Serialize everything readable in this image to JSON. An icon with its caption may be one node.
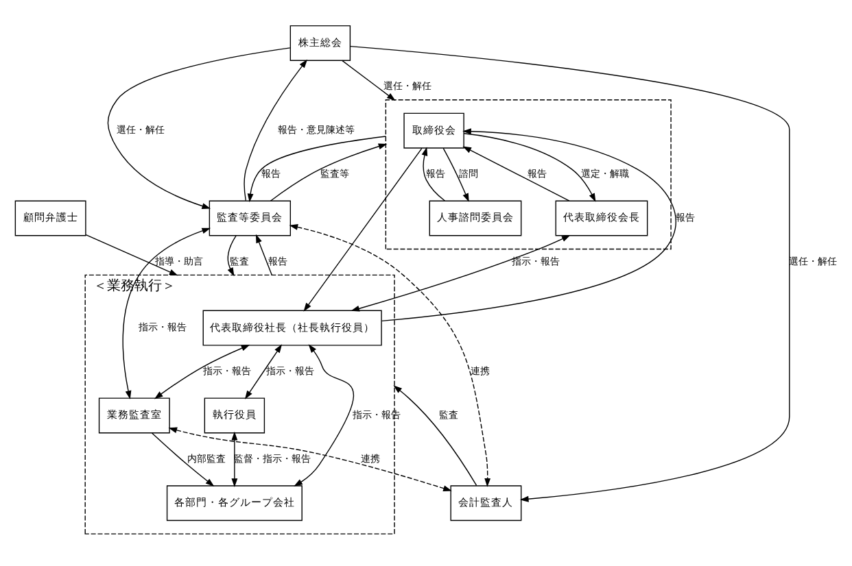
{
  "diagram": {
    "nodes": [
      {
        "text": [
          "株主総会"
        ]
      },
      {
        "text": [],
        "shape": "box"
      },
      {
        "text": [
          "取締役会"
        ],
        "in": 1
      },
      {
        "text": [
          "代表取締役会長"
        ],
        "in": 1
      },
      {
        "text": [
          "人事諮問委員会"
        ],
        "in": 1
      },
      {
        "text": [
          "監査等委員会"
        ]
      },
      {
        "text": [
          "会計監査人"
        ]
      },
      {
        "text": [
          "＜業務執行＞"
        ]
      },
      {
        "text": [
          "代表取締役社長（社長執行役員）"
        ],
        "in": 7
      },
      {
        "text": [
          "業務監査室"
        ],
        "in": 7
      },
      {
        "text": [
          "執行役員"
        ],
        "in": 7
      },
      {
        "text": [
          "各部門・各グループ会社"
        ],
        "in": 7
      },
      {
        "text": [
          "顧問弁護士"
        ]
      }
    ],
    "edges": [
      {
        "from": 0,
        "to": 1,
        "arrow": "to",
        "label": "選任・解任"
      },
      {
        "from": 1,
        "to": 5,
        "arrow": "to",
        "label": "報告"
      },
      {
        "from": 5,
        "to": 1,
        "arrow": "to",
        "label": "監査等"
      },
      {
        "from": 0,
        "to": 5,
        "arrow": "to",
        "label": "選任・解任"
      },
      {
        "from": 5,
        "to": 0,
        "arrow": "to",
        "label": "報告・意見陳述等"
      },
      {
        "from": 0,
        "to": 6,
        "arrow": "to",
        "label": "選任・解任"
      },
      {
        "from": 2,
        "to": 3,
        "arrow": "to",
        "label": "選定・解職"
      },
      {
        "from": 3,
        "to": 2,
        "arrow": "to",
        "label": "報告"
      },
      {
        "from": 2,
        "to": 4,
        "arrow": "to",
        "label": "諮問"
      },
      {
        "from": 4,
        "to": 2,
        "arrow": "to",
        "label": "報告"
      },
      {
        "from": 5,
        "to": 6,
        "arrow": "both",
        "label": "連携",
        "style": "dashed"
      },
      {
        "from": 9,
        "to": 6,
        "arrow": "both",
        "label": "連携",
        "style": "dashed"
      },
      {
        "from": 5,
        "to": 7,
        "arrow": "to",
        "label": "監査"
      },
      {
        "from": 7,
        "to": 5,
        "arrow": "to",
        "label": "報告"
      },
      {
        "from": 5,
        "to": 9,
        "arrow": "both",
        "label": "指示・報告"
      },
      {
        "from": 2,
        "to": 8,
        "arrow": "to"
      },
      {
        "from": 8,
        "to": 2,
        "arrow": "to",
        "label": "報告"
      },
      {
        "from": 3,
        "to": 8,
        "arrow": "both",
        "label": "指示・報告"
      },
      {
        "from": 8,
        "to": 9,
        "arrow": "both",
        "label": "指示・報告"
      },
      {
        "from": 8,
        "to": 10,
        "arrow": "both",
        "label": "指示・報告"
      },
      {
        "from": 8,
        "to": 11,
        "arrow": "both",
        "label": "指示・報告"
      },
      {
        "from": 10,
        "to": 11,
        "arrow": "both",
        "label": "監督・指示・報告"
      },
      {
        "from": 9,
        "to": 11,
        "arrow": "to",
        "label": "内部監査"
      },
      {
        "from": 6,
        "to": 7,
        "arrow": "to",
        "label": "監査"
      },
      {
        "from": 12,
        "to": 7,
        "arrow": "to",
        "label": "指導・助言"
      }
    ]
  }
}
